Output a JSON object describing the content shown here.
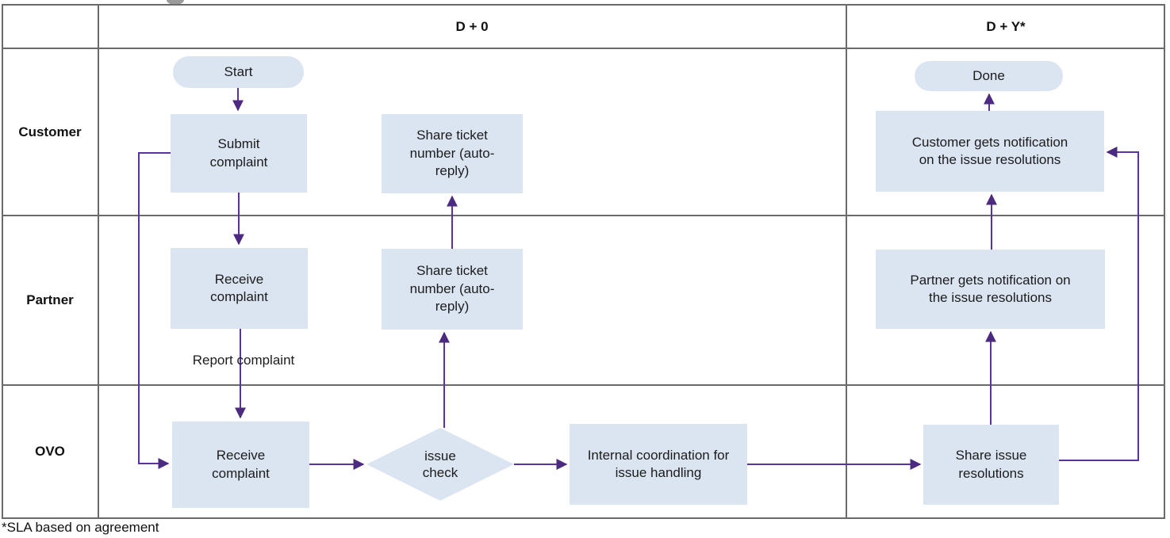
{
  "colors": {
    "node_fill": "#dbe5f1",
    "arrow_line": "#5b32a3",
    "arrow_head": "#4c2a80",
    "grid_line": "#6a6a6a",
    "text": "#1c1c1c"
  },
  "header": {
    "col_d0": "D + 0",
    "col_dy": "D + Y*"
  },
  "lanes": [
    {
      "label": "Customer"
    },
    {
      "label": "Partner"
    },
    {
      "label": "OVO"
    }
  ],
  "nodes": [
    {
      "id": "start",
      "shape": "terminator",
      "lane": "Customer",
      "column": "D + 0",
      "label": "Start"
    },
    {
      "id": "submit-complaint",
      "shape": "process",
      "lane": "Customer",
      "column": "D + 0",
      "label": "Submit\ncomplaint"
    },
    {
      "id": "share-ticket-customer",
      "shape": "process",
      "lane": "Customer",
      "column": "D + 0",
      "label": "Share ticket\nnumber (auto-\nreply)"
    },
    {
      "id": "receive-complaint-partner",
      "shape": "process",
      "lane": "Partner",
      "column": "D + 0",
      "label": "Receive\ncomplaint"
    },
    {
      "id": "share-ticket-partner",
      "shape": "process",
      "lane": "Partner",
      "column": "D + 0",
      "label": "Share ticket\nnumber (auto-\nreply)"
    },
    {
      "id": "receive-complaint-ovo",
      "shape": "process",
      "lane": "OVO",
      "column": "D + 0",
      "label": "Receive\ncomplaint"
    },
    {
      "id": "issue-check",
      "shape": "decision",
      "lane": "OVO",
      "column": "D + 0",
      "label": "issue\ncheck"
    },
    {
      "id": "internal-coordination",
      "shape": "process",
      "lane": "OVO",
      "column": "D + 0",
      "label": "Internal coordination for\nissue handling"
    },
    {
      "id": "share-issue-resolutions",
      "shape": "process",
      "lane": "OVO",
      "column": "D + Y*",
      "label": "Share issue\nresolutions"
    },
    {
      "id": "partner-notification",
      "shape": "process",
      "lane": "Partner",
      "column": "D + Y*",
      "label": "Partner gets notification on\nthe issue resolutions"
    },
    {
      "id": "customer-notification",
      "shape": "process",
      "lane": "Customer",
      "column": "D + Y*",
      "label": "Customer gets notification\non the issue resolutions"
    },
    {
      "id": "done",
      "shape": "terminator",
      "lane": "Customer",
      "column": "D + Y*",
      "label": "Done"
    }
  ],
  "edge_labels": [
    {
      "label": "Report complaint"
    }
  ],
  "footnote": "*SLA based on agreement"
}
